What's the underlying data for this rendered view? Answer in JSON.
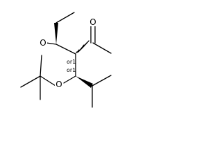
{
  "molecule": {
    "atoms": {
      "ring_oxygen_top": "O",
      "ring_oxygen_bottom": "O",
      "ketone_oxygen": "O"
    },
    "stereo_labels": {
      "upper_stereocenter": "or1",
      "lower_stereocenter": "or1"
    },
    "colors": {
      "bonds": "#000000",
      "background": "#ffffff"
    }
  }
}
